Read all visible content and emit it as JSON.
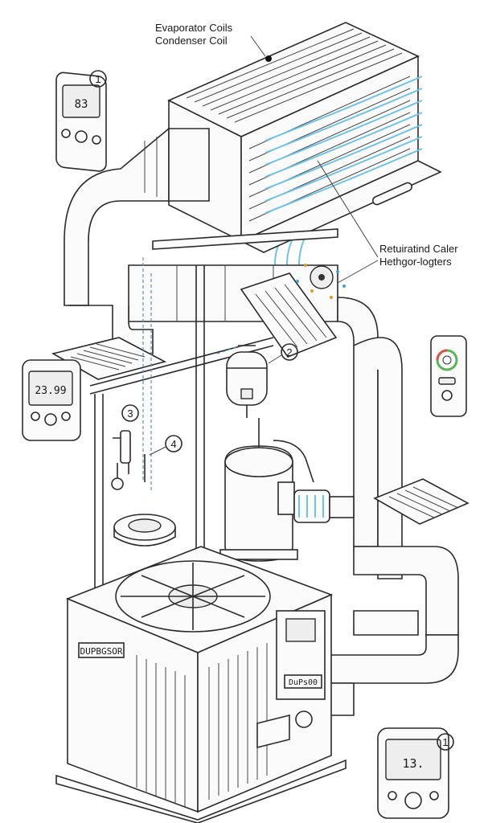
{
  "labels": {
    "evaporator": "Evaporator Coils",
    "condenser": "Condenser Coil",
    "return_air_line1": "Retuiratind Caler",
    "return_air_line2": "Hethgor-logters"
  },
  "callouts": {
    "c1_top": "1",
    "c2": "2",
    "c3": "3",
    "c4": "4",
    "c1_bottom": "1"
  },
  "thermostats": {
    "top_left_display": "83",
    "left_display": "23.99",
    "bottom_right_display": "13."
  },
  "unit_labels": {
    "front": "DUPBGSOR",
    "side": "DuPs00"
  },
  "colors": {
    "airflow": "#6fc3e6",
    "lines": "#2b2b2b",
    "dashed_wire": "#5b8fc7"
  }
}
